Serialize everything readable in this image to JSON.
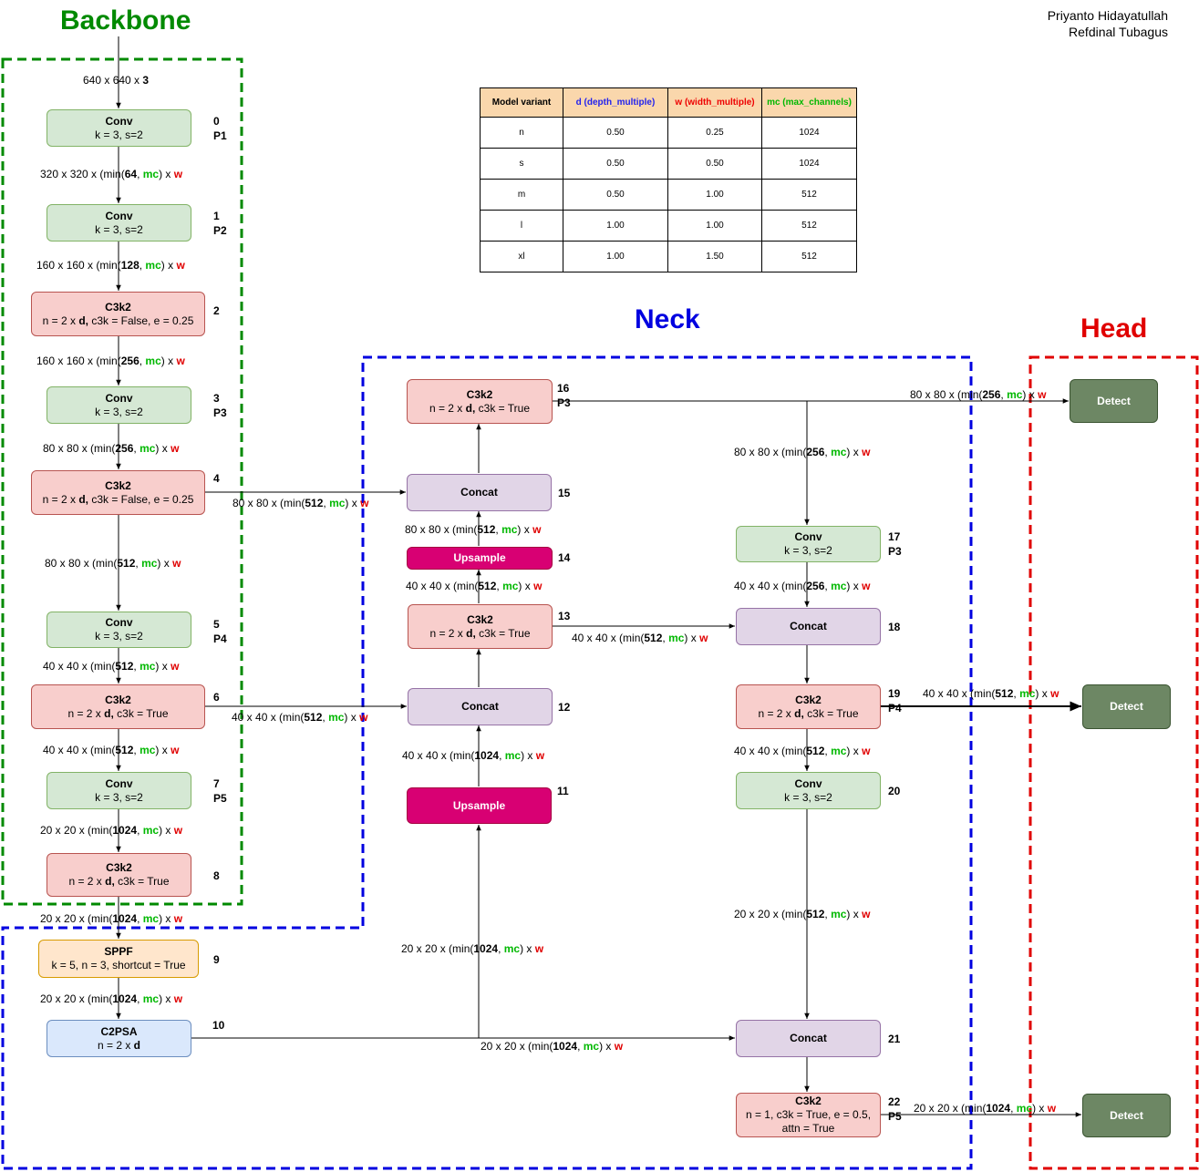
{
  "authors": [
    "Priyanto Hidayatullah",
    "Refdinal Tubagus"
  ],
  "sections": {
    "backbone": "Backbone",
    "neck": "Neck",
    "head": "Head"
  },
  "section_colors": {
    "backbone": "#008a00",
    "neck": "#0000e0",
    "head": "#e00000"
  },
  "input_label": {
    "pre": "640 x 640 x ",
    "bold": "3"
  },
  "variants_table": {
    "headers": [
      "Model variant",
      "d (depth_multiple)",
      "w (width_multiple)",
      "mc (max_channels)"
    ],
    "rows": [
      [
        "n",
        "0.50",
        "0.25",
        "1024"
      ],
      [
        "s",
        "0.50",
        "0.50",
        "1024"
      ],
      [
        "m",
        "0.50",
        "1.00",
        "512"
      ],
      [
        "l",
        "1.00",
        "1.00",
        "512"
      ],
      [
        "xl",
        "1.00",
        "1.50",
        "512"
      ]
    ]
  },
  "blocks": [
    {
      "id": "b0",
      "type": "conv",
      "name": "Conv",
      "params": "k = 3, s=2",
      "index": "0",
      "p": "P1"
    },
    {
      "id": "b1",
      "type": "conv",
      "name": "Conv",
      "params": "k = 3, s=2",
      "index": "1",
      "p": "P2"
    },
    {
      "id": "b2",
      "type": "c3k2",
      "name": "C3k2",
      "params_pre": "n = 2 x ",
      "params_bold": "d,",
      "params_post": " c3k = False, e = 0.25",
      "index": "2",
      "p": ""
    },
    {
      "id": "b3",
      "type": "conv",
      "name": "Conv",
      "params": "k = 3, s=2",
      "index": "3",
      "p": "P3"
    },
    {
      "id": "b4",
      "type": "c3k2",
      "name": "C3k2",
      "params_pre": "n = 2 x ",
      "params_bold": "d,",
      "params_post": " c3k = False, e = 0.25",
      "index": "4",
      "p": ""
    },
    {
      "id": "b5",
      "type": "conv",
      "name": "Conv",
      "params": "k = 3, s=2",
      "index": "5",
      "p": "P4"
    },
    {
      "id": "b6",
      "type": "c3k2",
      "name": "C3k2",
      "params_pre": "n = 2 x ",
      "params_bold": "d,",
      "params_post": " c3k = True",
      "index": "6",
      "p": ""
    },
    {
      "id": "b7",
      "type": "conv",
      "name": "Conv",
      "params": "k = 3, s=2",
      "index": "7",
      "p": "P5"
    },
    {
      "id": "b8",
      "type": "c3k2",
      "name": "C3k2",
      "params_pre": "n = 2 x ",
      "params_bold": "d,",
      "params_post": " c3k = True",
      "index": "8",
      "p": ""
    },
    {
      "id": "b9",
      "type": "sppf",
      "name": "SPPF",
      "params": "k = 5, n = 3, shortcut = True",
      "index": "9",
      "p": ""
    },
    {
      "id": "b10",
      "type": "c2psa",
      "name": "C2PSA",
      "params_pre": "n = 2 x ",
      "params_bold": "d",
      "params_post": "",
      "index": "10",
      "p": ""
    },
    {
      "id": "b11",
      "type": "ups",
      "name": "Upsample",
      "index": "11",
      "p": ""
    },
    {
      "id": "b12",
      "type": "concat",
      "name": "Concat",
      "index": "12",
      "p": ""
    },
    {
      "id": "b13",
      "type": "c3k2",
      "name": "C3k2",
      "params_pre": "n = 2 x ",
      "params_bold": "d,",
      "params_post": " c3k = True",
      "index": "13",
      "p": ""
    },
    {
      "id": "b14",
      "type": "ups",
      "name": "Upsample",
      "index": "14",
      "p": ""
    },
    {
      "id": "b15",
      "type": "concat",
      "name": "Concat",
      "index": "15",
      "p": ""
    },
    {
      "id": "b16",
      "type": "c3k2",
      "name": "C3k2",
      "params_pre": "n = 2 x ",
      "params_bold": "d,",
      "params_post": " c3k = True",
      "index": "16",
      "p": "P3"
    },
    {
      "id": "b17",
      "type": "conv",
      "name": "Conv",
      "params": "k = 3, s=2",
      "index": "17",
      "p": "P3"
    },
    {
      "id": "b18",
      "type": "concat",
      "name": "Concat",
      "index": "18",
      "p": ""
    },
    {
      "id": "b19",
      "type": "c3k2",
      "name": "C3k2",
      "params_pre": "n = 2 x ",
      "params_bold": "d,",
      "params_post": " c3k = True",
      "index": "19",
      "p": "P4"
    },
    {
      "id": "b20",
      "type": "conv",
      "name": "Conv",
      "params": "k = 3, s=2",
      "index": "20",
      "p": ""
    },
    {
      "id": "b21",
      "type": "concat",
      "name": "Concat",
      "index": "21",
      "p": ""
    },
    {
      "id": "b22",
      "type": "c3k2",
      "name": "C3k2",
      "params": "n = 1, c3k = True, e = 0.5,",
      "params2": "attn = True",
      "index": "22",
      "p": "P5"
    },
    {
      "id": "d0",
      "type": "detect",
      "name": "Detect",
      "index": "",
      "p": ""
    },
    {
      "id": "d1",
      "type": "detect",
      "name": "Detect",
      "index": "",
      "p": ""
    },
    {
      "id": "d2",
      "type": "detect",
      "name": "Detect",
      "index": "",
      "p": ""
    }
  ],
  "edges": [
    {
      "id": "e1",
      "pre": "320 x 320 x ",
      "ch": "64"
    },
    {
      "id": "e2",
      "pre": "160 x 160 x ",
      "ch": "128"
    },
    {
      "id": "e3",
      "pre": "160 x 160 x ",
      "ch": "256"
    },
    {
      "id": "e4",
      "pre": "80 x 80 x ",
      "ch": "256"
    },
    {
      "id": "e5",
      "pre": "80 x 80 x ",
      "ch": "512"
    },
    {
      "id": "e6",
      "pre": "40 x 40 x ",
      "ch": "512"
    },
    {
      "id": "e7",
      "pre": "40 x 40 x ",
      "ch": "512"
    },
    {
      "id": "e8",
      "pre": "20 x 20 x ",
      "ch": "1024"
    },
    {
      "id": "e9",
      "pre": "20 x 20 x ",
      "ch": "1024"
    },
    {
      "id": "e10",
      "pre": "20 x 20 x ",
      "ch": "1024"
    },
    {
      "id": "e11",
      "pre": "80 x 80 x ",
      "ch": "512"
    },
    {
      "id": "e12",
      "pre": "40 x 40 x ",
      "ch": "512"
    },
    {
      "id": "e13",
      "pre": "20 x 20 x ",
      "ch": "1024"
    },
    {
      "id": "e14",
      "pre": "40 x 40 x ",
      "ch": "1024"
    },
    {
      "id": "e15",
      "pre": "40 x 40 x ",
      "ch": "512"
    },
    {
      "id": "e16",
      "pre": "80 x 80 x ",
      "ch": "512"
    },
    {
      "id": "e17",
      "pre": "20 x 20 x ",
      "ch": "1024"
    },
    {
      "id": "e18",
      "pre": "80 x 80 x ",
      "ch": "256"
    },
    {
      "id": "e19",
      "pre": "80 x 80 x ",
      "ch": "256"
    },
    {
      "id": "e20",
      "pre": "40 x 40 x ",
      "ch": "256"
    },
    {
      "id": "e21",
      "pre": "40 x 40 x ",
      "ch": "512"
    },
    {
      "id": "e22",
      "pre": "40 x 40 x ",
      "ch": "512"
    },
    {
      "id": "e23",
      "pre": "40 x 40 x ",
      "ch": "512"
    },
    {
      "id": "e24",
      "pre": "20 x 20 x ",
      "ch": "512"
    },
    {
      "id": "e25",
      "pre": "20 x 20 x ",
      "ch": "1024"
    }
  ],
  "label_parts": {
    "open": "(min(",
    "comma": ", ",
    "mc": "mc",
    "close": ") x ",
    "w": "w"
  }
}
